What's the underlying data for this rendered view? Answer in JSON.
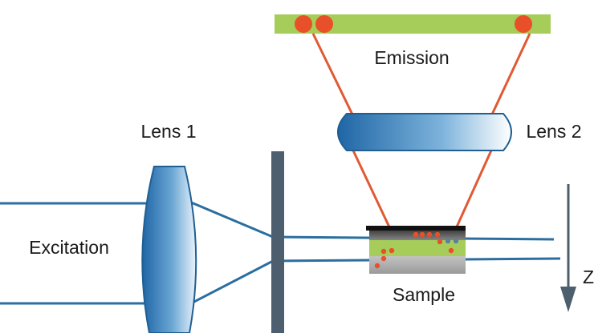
{
  "labels": {
    "emission": "Emission",
    "lens1": "Lens 1",
    "lens2": "Lens 2",
    "excitation": "Excitation",
    "sample": "Sample",
    "z_axis": "Z"
  },
  "colors": {
    "beam": "#2b6e9f",
    "emission_ray": "#e05a33",
    "fluorophore": "#e8502a",
    "detector": "#a6cc5a",
    "slit": "#4d5f6e",
    "lens_light": "#eaf3fb",
    "lens_dark": "#1f66a6",
    "arrow": "#4d5f6e"
  }
}
